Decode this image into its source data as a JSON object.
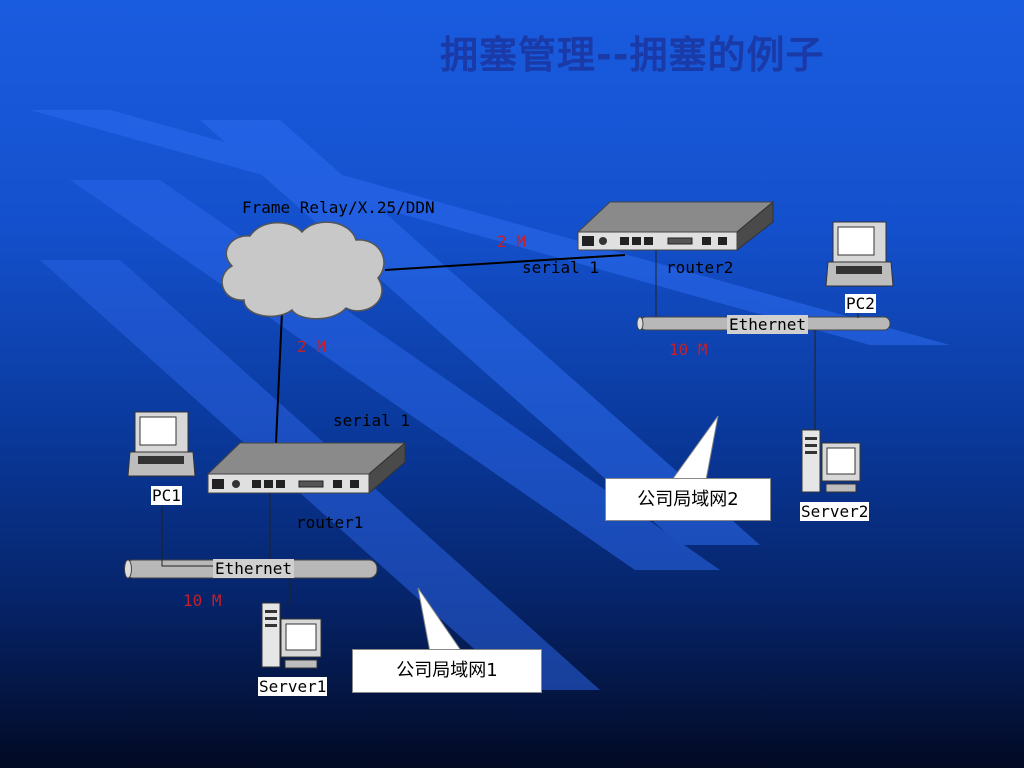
{
  "title": "拥塞管理--拥塞的例子",
  "diagram": {
    "cloud_label": "Frame Relay/X.25/DDN",
    "link_speed_top": "2 M",
    "link_speed_left": "2 M",
    "router2": {
      "name": "router2",
      "port": "serial 1"
    },
    "router1": {
      "name": "router1",
      "port": "serial 1"
    },
    "lan2": {
      "bus_label": "Ethernet",
      "speed": "10 M",
      "pc": "PC2",
      "server": "Server2",
      "callout": "公司局域网2"
    },
    "lan1": {
      "bus_label": "Ethernet",
      "speed": "10 M",
      "pc": "PC1",
      "server": "Server1",
      "callout": "公司局域网1"
    }
  },
  "colors": {
    "title": "#1a3aa8",
    "speed_label": "#c81e28",
    "device_gray": "#6b6b6b",
    "bus_gray": "#b8b8b8",
    "stripe_blue": "#2d6cf0"
  }
}
